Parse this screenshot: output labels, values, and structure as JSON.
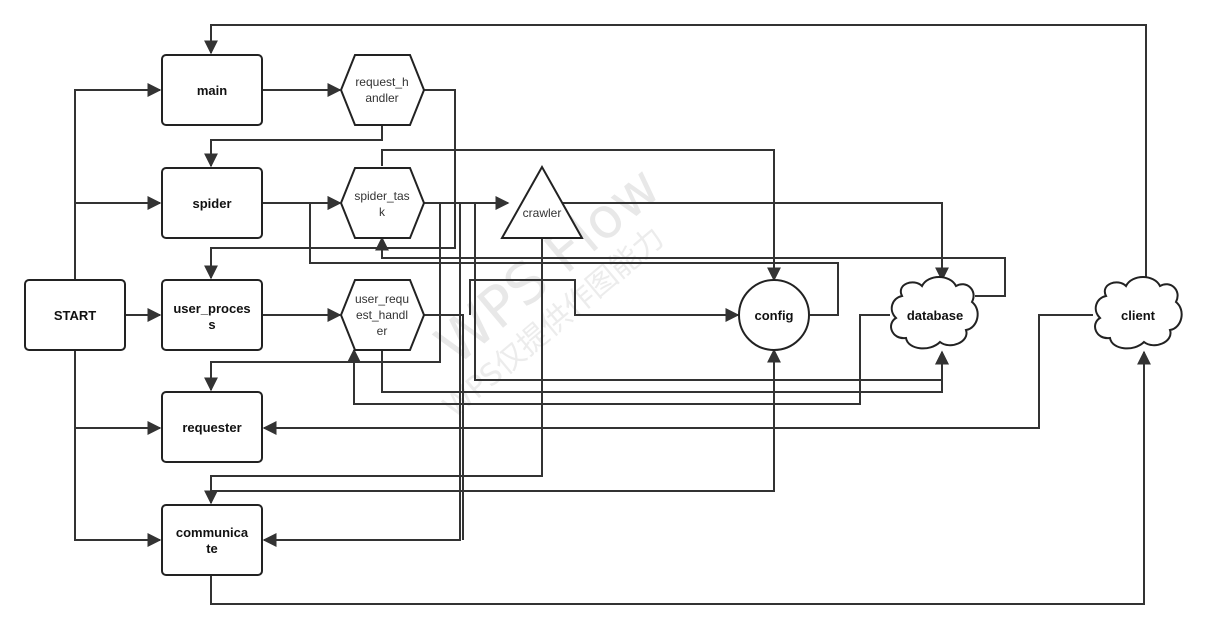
{
  "watermark": {
    "main": "WPS Flow",
    "sub": "WPS仅提供作图能力"
  },
  "nodes": {
    "start": {
      "lines": [
        "START"
      ]
    },
    "main": {
      "lines": [
        "main"
      ]
    },
    "spider": {
      "lines": [
        "spider"
      ]
    },
    "user_process": {
      "lines": [
        "user_proces",
        "s"
      ]
    },
    "requester": {
      "lines": [
        "requester"
      ]
    },
    "communicate": {
      "lines": [
        "communica",
        "te"
      ]
    },
    "request_handler": {
      "lines": [
        "request_h",
        "andler"
      ]
    },
    "spider_task": {
      "lines": [
        "spider_tas",
        "k"
      ]
    },
    "user_request_handler": {
      "lines": [
        "user_requ",
        "est_handl",
        "er"
      ]
    },
    "crawler": {
      "lines": [
        "crawler"
      ]
    },
    "config": {
      "lines": [
        "config"
      ]
    },
    "database": {
      "lines": [
        "database"
      ]
    },
    "client": {
      "lines": [
        "client"
      ]
    }
  },
  "colors": {
    "stroke": "#222222",
    "edge": "#333333",
    "background": "#ffffff",
    "watermark": "#e8e8e8"
  }
}
